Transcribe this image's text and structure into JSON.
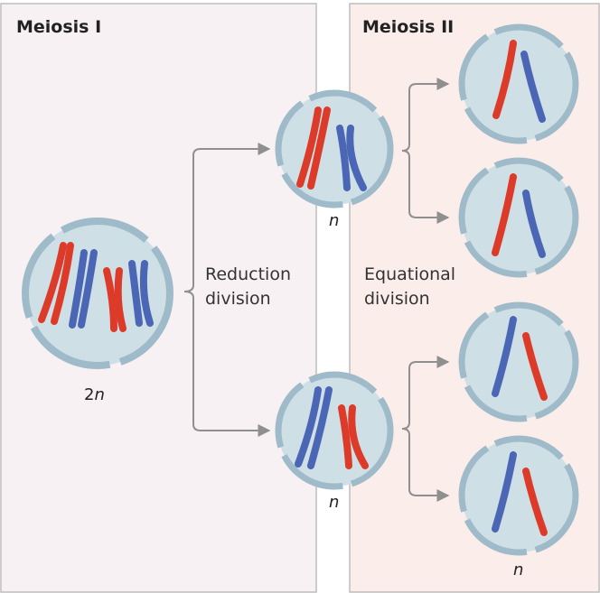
{
  "panels": {
    "meiosis_1": {
      "title": "Meiosis I",
      "fill": "#f7f1f4"
    },
    "meiosis_2": {
      "title": "Meiosis II",
      "fill": "#fbeeea"
    }
  },
  "labels": {
    "reduction_line1": "Reduction",
    "reduction_line2": "division",
    "equational_line1": "Equational",
    "equational_line2": "division"
  },
  "ploidy": {
    "parent_number": "2",
    "parent_letter": "n",
    "haploid_letter": "n"
  },
  "colors": {
    "cell_fill": "#cfdfe6",
    "cell_membrane": "#9fbac9",
    "chromosome_red": "#dd3b2a",
    "chromosome_blue": "#4a66b5",
    "arrow": "#8f8f8f",
    "panel_border": "#bdbdbd"
  }
}
